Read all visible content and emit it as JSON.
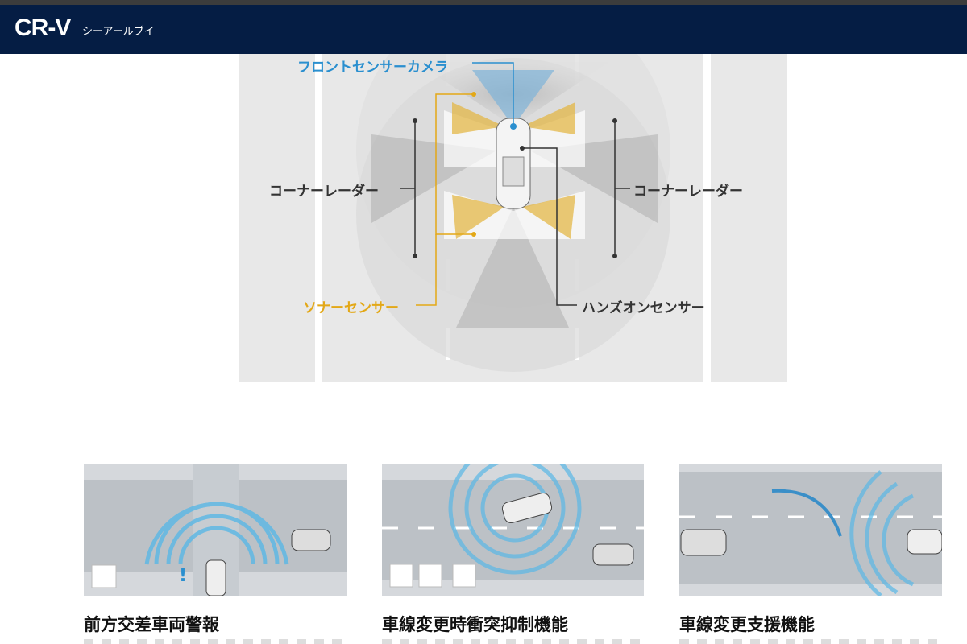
{
  "header": {
    "logo": "CR-V",
    "kana": "シーアールブイ"
  },
  "diagram": {
    "labels": {
      "front_camera": "フロントセンサーカメラ",
      "corner_radar_left": "コーナーレーダー",
      "corner_radar_right": "コーナーレーダー",
      "sonar": "ソナーセンサー",
      "hands_on": "ハンズオンセンサー"
    },
    "colors": {
      "camera": "#2a8fcf",
      "sonar": "#e3a817",
      "dark": "#333333"
    }
  },
  "features": [
    {
      "title": "前方交差車両警報"
    },
    {
      "title": "車線変更時衝突抑制機能"
    },
    {
      "title": "車線変更支援機能"
    }
  ]
}
